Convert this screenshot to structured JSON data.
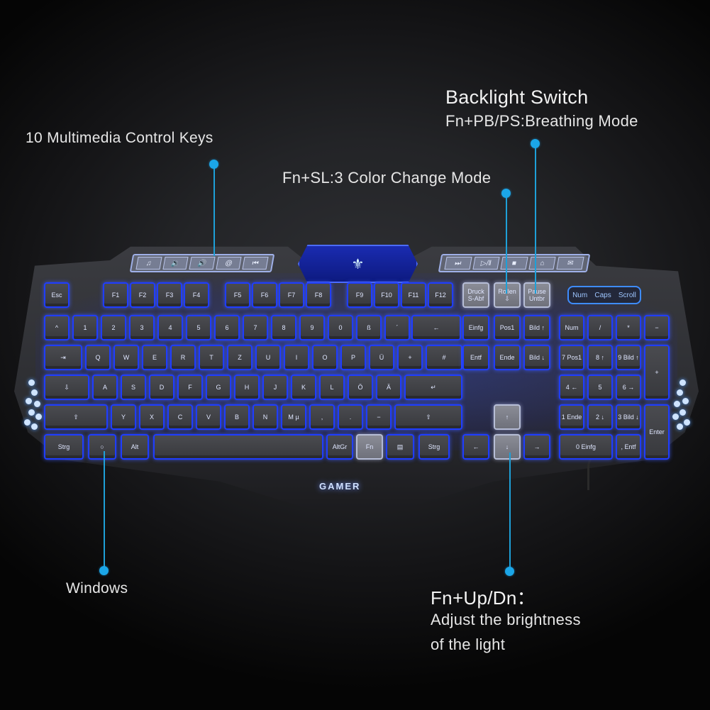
{
  "callouts": {
    "multimedia": {
      "label": "10 Multimedia Control Keys"
    },
    "backlight": {
      "title": "Backlight Switch",
      "subtitle": "Fn+PB/PS:Breathing Mode"
    },
    "color_change": {
      "label": "Fn+SL:3 Color Change Mode"
    },
    "windows": {
      "label": "Windows"
    },
    "brightness": {
      "title": "Fn+Up/Dn：",
      "line1": "Adjust the brightness",
      "line2": "of the light"
    }
  },
  "accent_color": "#1ba6e8",
  "backlight_color": "#1f3dff",
  "keyboard": {
    "top_logo": "⚜",
    "brand_logo": "GAMER",
    "led_indicators": [
      "Num",
      "Caps",
      "Scroll"
    ],
    "media_keys_left": [
      "♫",
      "🔉",
      "🔊",
      "@",
      "⏮"
    ],
    "media_keys_right": [
      "⏭",
      "▷/‖",
      "■",
      "⌂",
      "✉"
    ],
    "rows": [
      [
        "Esc",
        "F1",
        "F2",
        "F3",
        "F4",
        "F5",
        "F6",
        "F7",
        "F8",
        "F9",
        "F10",
        "F11",
        "F12",
        "Druck S-Abf",
        "Rollen ⇩",
        "Pause Untbr"
      ],
      [
        "^",
        "1",
        "2",
        "3",
        "4",
        "5",
        "6",
        "7",
        "8",
        "9",
        "0",
        "ß",
        "´",
        "←",
        "Einfg",
        "Pos1",
        "Bild ↑",
        "Num",
        "/",
        "*",
        "−"
      ],
      [
        "⇥",
        "Q",
        "W",
        "E",
        "R",
        "T",
        "Z",
        "U",
        "I",
        "O",
        "P",
        "Ü",
        "+",
        "#",
        "Entf",
        "Ende",
        "Bild ↓",
        "7 Pos1",
        "8 ↑",
        "9 Bild ↑",
        "+"
      ],
      [
        "⇩",
        "A",
        "S",
        "D",
        "F",
        "G",
        "H",
        "J",
        "K",
        "L",
        "Ö",
        "Ä",
        "↵",
        "4 ←",
        "5",
        "6 →"
      ],
      [
        "⇧",
        "Y",
        "X",
        "C",
        "V",
        "B",
        "N",
        "M µ",
        ",",
        ".",
        "−",
        "⇧",
        "↑",
        "1 Ende",
        "2 ↓",
        "3 Bild ↓",
        "Enter"
      ],
      [
        "Strg",
        "○",
        "Alt",
        "",
        "AltGr",
        "Fn",
        "▤",
        "Strg",
        "←",
        "↓",
        "→",
        "0 Einfg",
        ", Entf"
      ]
    ]
  }
}
